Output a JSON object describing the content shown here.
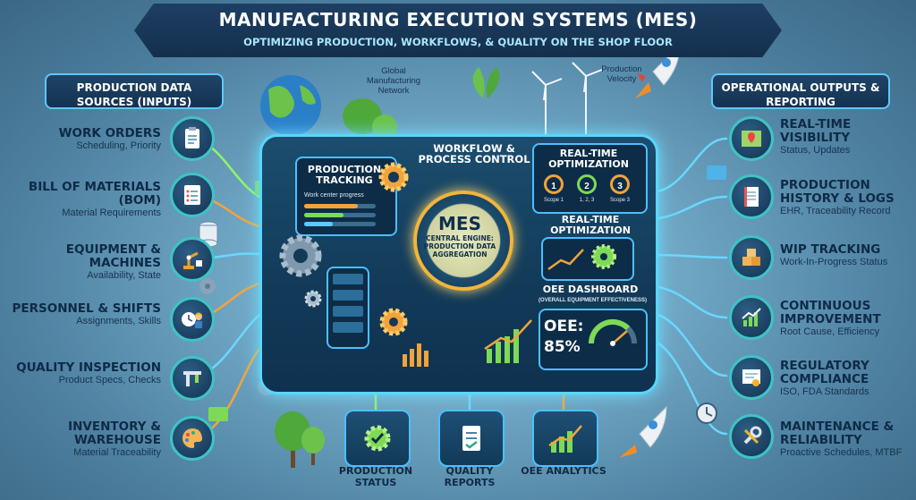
{
  "title": "MANUFACTURING EXECUTION SYSTEMS (MES)",
  "subtitle": "OPTIMIZING PRODUCTION, WORKFLOWS, & QUALITY ON THE SHOP FLOOR",
  "inputs": {
    "header": "PRODUCTION DATA SOURCES (INPUTS)",
    "items": [
      {
        "title": "WORK ORDERS",
        "sub": "Scheduling, Priority",
        "icon": "clipboard-icon"
      },
      {
        "title": "BILL OF MATERIALS (BOM)",
        "sub": "Material Requirements",
        "icon": "document-list-icon"
      },
      {
        "title": "EQUIPMENT & MACHINES",
        "sub": "Availability, State",
        "icon": "robot-arm-icon"
      },
      {
        "title": "PERSONNEL & SHIFTS",
        "sub": "Assignments, Skills",
        "icon": "worker-clock-icon"
      },
      {
        "title": "QUALITY INSPECTION",
        "sub": "Product Specs, Checks",
        "icon": "caliper-icon"
      },
      {
        "title": "INVENTORY & WAREHOUSE",
        "sub": "Material Traceability",
        "icon": "palette-icon"
      }
    ]
  },
  "outputs": {
    "header": "OPERATIONAL OUTPUTS & REPORTING",
    "items": [
      {
        "title": "REAL-TIME VISIBILITY",
        "sub": "Status, Updates",
        "icon": "map-pin-icon"
      },
      {
        "title": "PRODUCTION HISTORY & LOGS",
        "sub": "EHR, Traceability Record",
        "icon": "logbook-icon"
      },
      {
        "title": "WIP TRACKING",
        "sub": "Work-In-Progress Status",
        "icon": "boxes-icon"
      },
      {
        "title": "CONTINUOUS IMPROVEMENT",
        "sub": "Root Cause, Efficiency",
        "icon": "growth-chart-icon"
      },
      {
        "title": "REGULATORY COMPLIANCE",
        "sub": "ISO, FDA Standards",
        "icon": "certificate-icon"
      },
      {
        "title": "MAINTENANCE & RELIABILITY",
        "sub": "Proactive Schedules, MTBF",
        "icon": "wrench-icon"
      }
    ]
  },
  "top_labels": {
    "global": "Global Manufacturing Network",
    "velocity": "Production Velocity"
  },
  "center": {
    "production_tracking": "PRODUCTION TRACKING",
    "work_center": "Work center progress",
    "workflow": "WORKFLOW & PROCESS CONTROL",
    "rt_opt_1": "REAL-TIME OPTIMIZATION",
    "scopes": [
      "1",
      "2",
      "3"
    ],
    "scope_labels": [
      "Scope 1",
      "1, 2, 3",
      "Scope 3"
    ],
    "rt_opt_2": "REAL-TIME OPTIMIZATION",
    "mes": "MES",
    "mes_sub": "CENTRAL ENGINE: PRODUCTION DATA AGGREGATION",
    "oee_title": "OEE DASHBOARD",
    "oee_sub": "(OVERALL EQUIPMENT EFFECTIVENESS)",
    "oee_label": "OEE:",
    "oee_value": "85%"
  },
  "bottom": [
    {
      "label": "PRODUCTION STATUS",
      "icon": "gear-check-icon"
    },
    {
      "label": "QUALITY REPORTS",
      "icon": "report-icon"
    },
    {
      "label": "OEE ANALYTICS",
      "icon": "bar-chart-icon"
    }
  ],
  "colors": {
    "accent": "#5cc8ff",
    "orange": "#f2a33a",
    "green": "#7ed957",
    "navy": "#143251"
  }
}
